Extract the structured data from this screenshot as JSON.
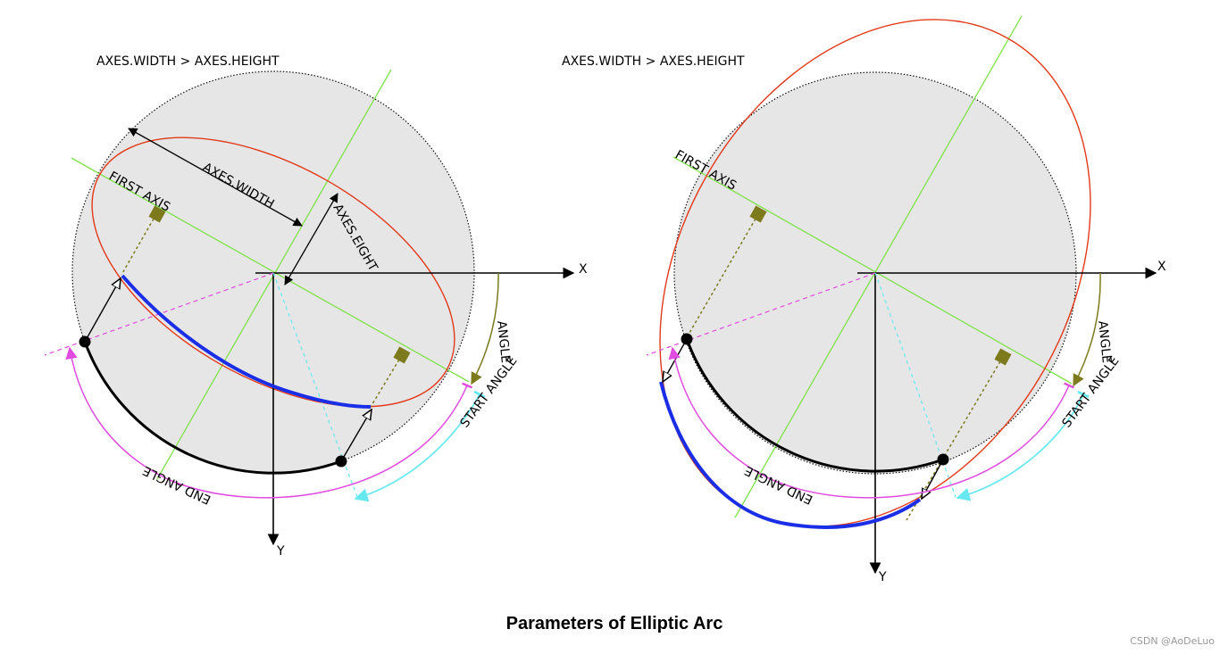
{
  "title": "Parameters of Elliptic Arc",
  "credit": "CSDN @AoDeLuo",
  "colors": {
    "circle_fill": "#e6e6e6",
    "ellipse": "#e23a1a",
    "axis_line": "#7fe24a",
    "arc": "#1a2ee6",
    "magenta": "#e04be0",
    "cyan": "#66e8f0",
    "olive": "#7c7a1c"
  },
  "left": {
    "heading": "AXES.WIDTH > AXES.HEIGHT",
    "x_label": "X",
    "y_label": "Y",
    "first_axis": "FIRST AXIS",
    "axes_width": "AXES.WIDTH",
    "axes_height": "AXES.EIGHT",
    "angle": "ANGLE",
    "start_angle": "START ANGLE",
    "end_angle": "END ANGLE"
  },
  "right": {
    "heading": "AXES.WIDTH > AXES.HEIGHT",
    "x_label": "X",
    "y_label": "Y",
    "first_axis": "FIRST   AXIS",
    "angle": "ANGLE",
    "start_angle": "START ANGLE",
    "end_angle": "END ANGLE"
  }
}
